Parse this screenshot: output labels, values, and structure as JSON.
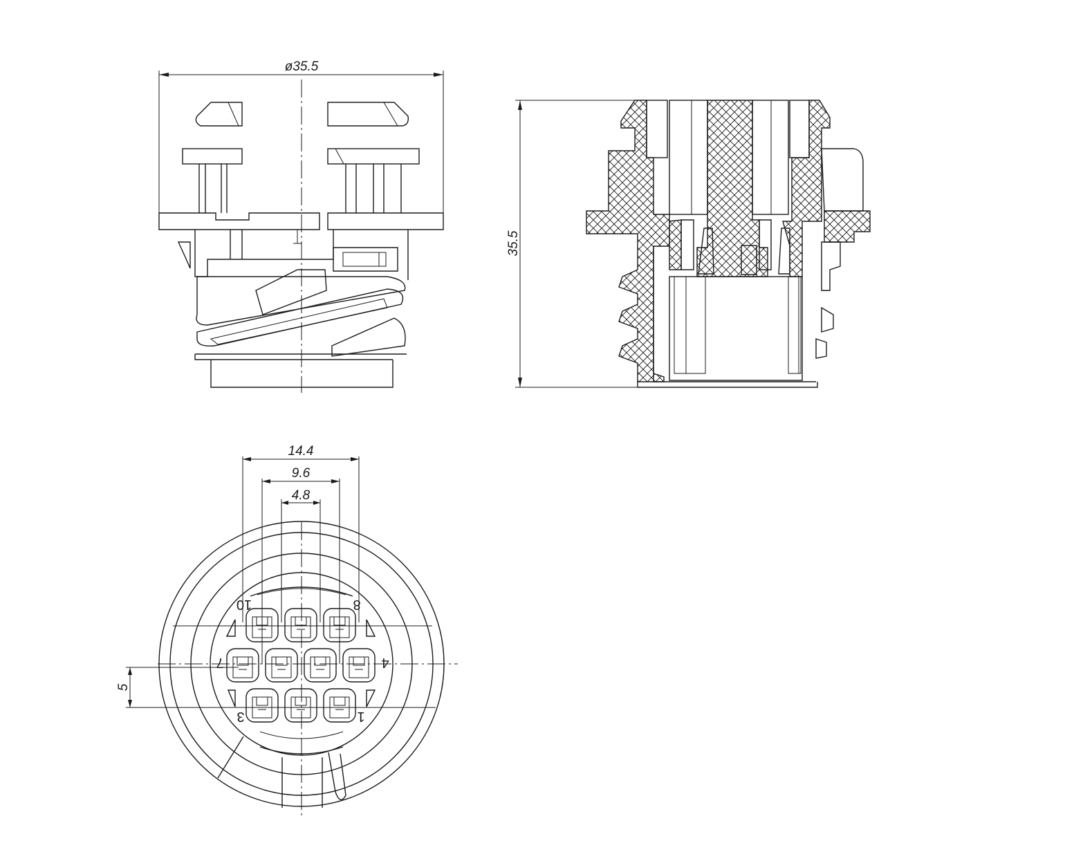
{
  "dimensions": {
    "diameter": "ø35.5",
    "height": "35.5",
    "pitch_outer": "14.4",
    "pitch_mid": "9.6",
    "pitch_inner": "4.8",
    "row_pitch": "5"
  },
  "pin_labels": {
    "p10": "10",
    "p8": "8",
    "p7": "7",
    "p4": "4",
    "p3": "3",
    "p1": "1"
  }
}
